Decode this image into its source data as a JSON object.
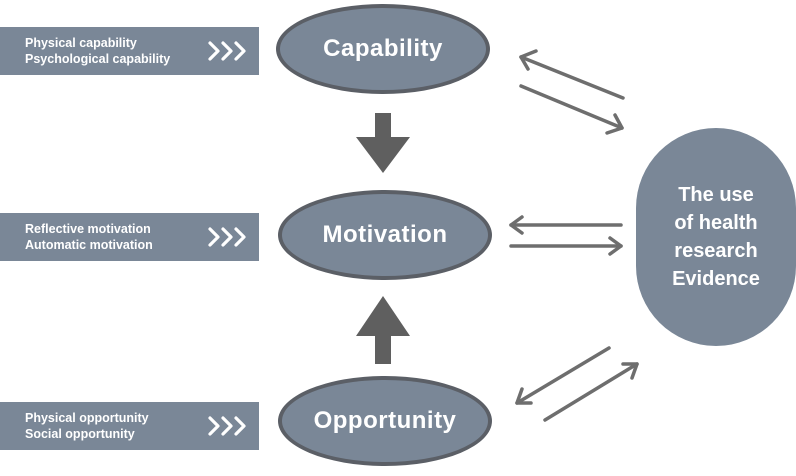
{
  "diagram": {
    "nodes": {
      "capability": "Capability",
      "motivation": "Motivation",
      "opportunity": "Opportunity",
      "evidence": "The use\nof health\nresearch\nEvidence"
    },
    "side_boxes": {
      "capability": [
        "Physical capability",
        "Psychological capability"
      ],
      "motivation": [
        "Reflective motivation",
        "Automatic motivation"
      ],
      "opportunity": [
        "Physical opportunity",
        "Social opportunity"
      ]
    },
    "colors": {
      "box_fill": "#7a8797",
      "node_border": "#5b5f66",
      "arrow": "#5f5f5f",
      "thin_arrow": "#6e6e6e",
      "text": "#ffffff"
    },
    "icons": {
      "chevrons": "triple-chevron-right-icon",
      "down_arrow": "thick-arrow-down-icon",
      "up_arrow": "thick-arrow-up-icon",
      "double_arrow": "bidirectional-arrows-icon"
    }
  }
}
